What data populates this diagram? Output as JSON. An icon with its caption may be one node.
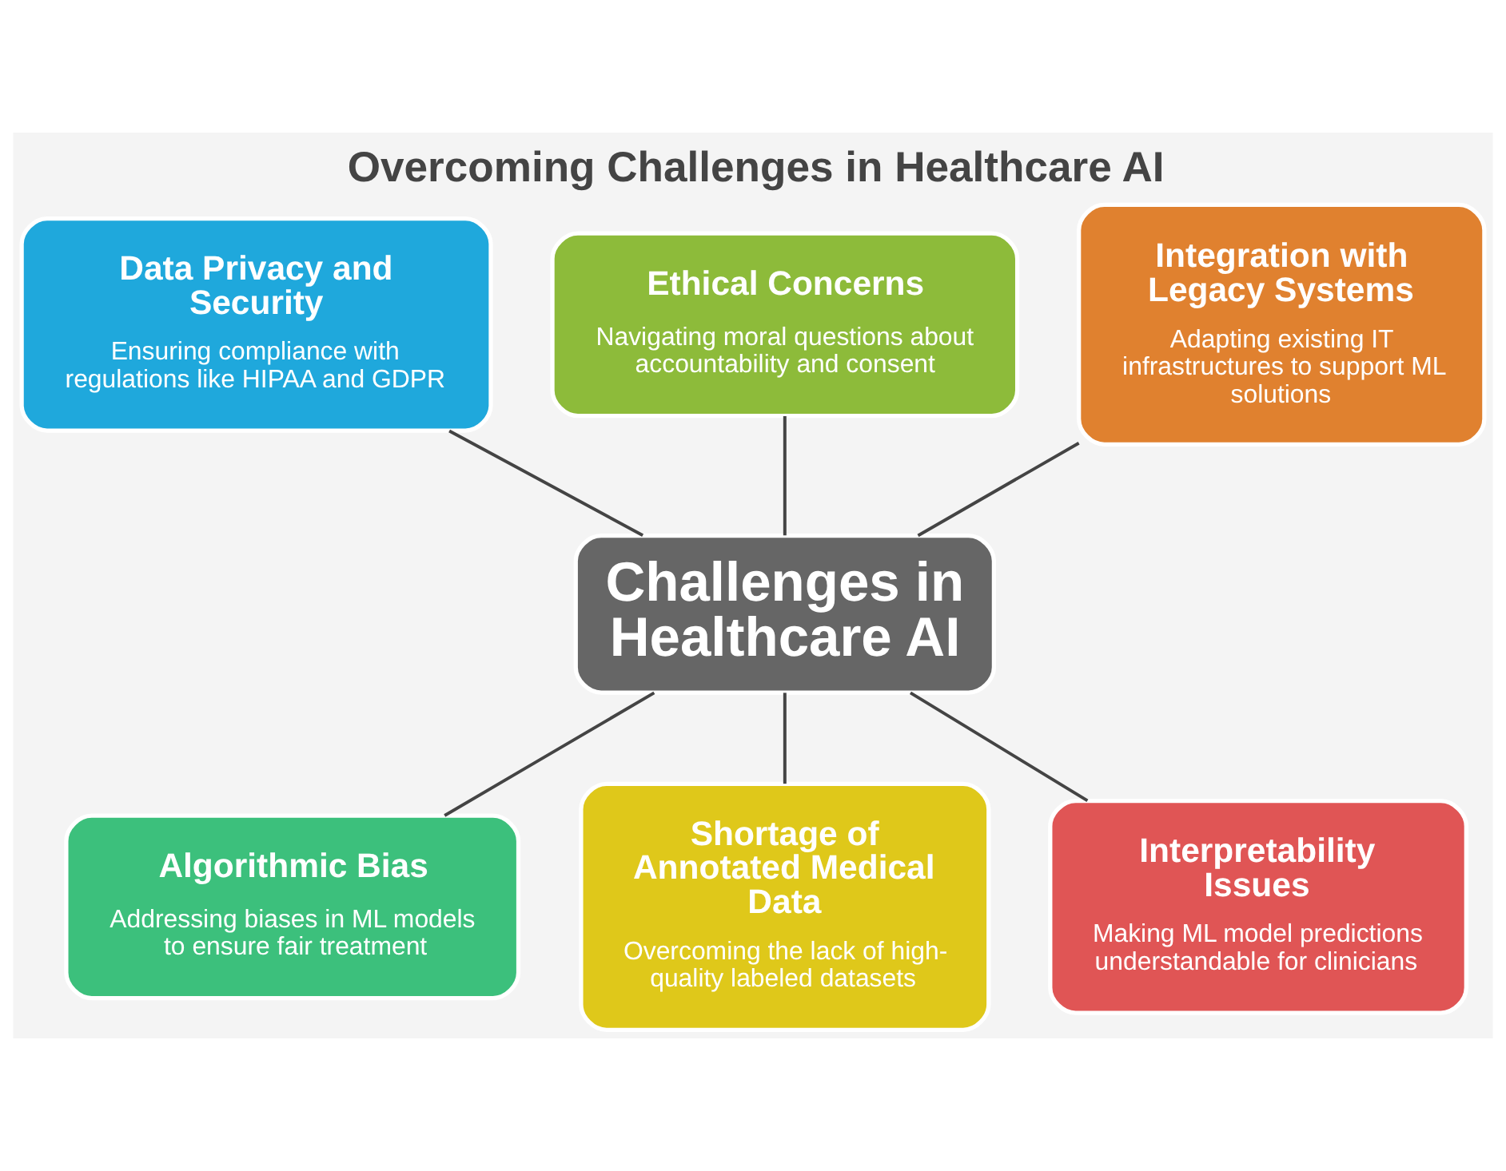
{
  "diagram": {
    "title": "Overcoming Challenges in Healthcare AI",
    "nodes": [
      {
        "text": [
          "Data Privacy and Security",
          "Ensuring compliance with regulations like HIPAA and GDPR"
        ]
      },
      {
        "text": [
          "Ethical Concerns",
          "Navigating moral questions about accountability and consent"
        ]
      },
      {
        "text": [
          "Integration with Legacy Systems",
          "Adapting existing IT infrastructures to support ML solutions"
        ]
      },
      {
        "text": [
          "Challenges in Healthcare AI"
        ]
      },
      {
        "text": [
          "Algorithmic Bias",
          "Addressing biases in ML models to ensure fair treatment"
        ]
      },
      {
        "text": [
          "Shortage of Annotated Medical Data",
          "Overcoming the lack of high-quality labeled datasets"
        ]
      },
      {
        "text": [
          "Interpretability Issues",
          "Making ML model predictions understandable for clinicians"
        ]
      }
    ],
    "edges": [
      {
        "from": 0,
        "to": 3,
        "arrow": "none"
      },
      {
        "from": 1,
        "to": 3,
        "arrow": "none"
      },
      {
        "from": 2,
        "to": 3,
        "arrow": "none"
      },
      {
        "from": 3,
        "to": 4,
        "arrow": "none"
      },
      {
        "from": 3,
        "to": 5,
        "arrow": "none"
      },
      {
        "from": 3,
        "to": 6,
        "arrow": "none"
      }
    ]
  }
}
